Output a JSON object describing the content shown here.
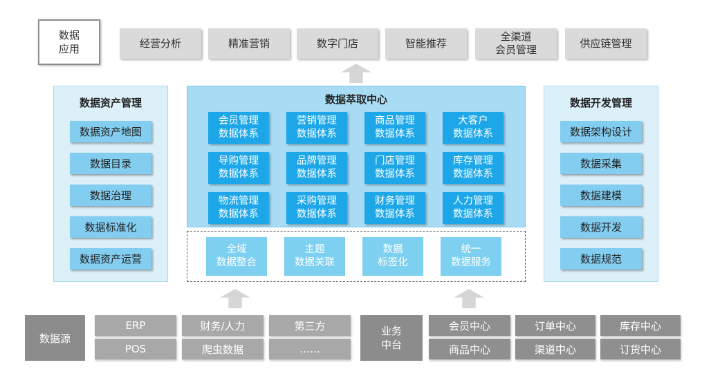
{
  "data_app": {
    "label": "数据\n应用",
    "items": [
      "经营分析",
      "精准营销",
      "数字门店",
      "智能推荐",
      "全渠道\n会员管理",
      "供应链管理"
    ]
  },
  "asset_mgmt": {
    "title": "数据资产管理",
    "items": [
      "数据资产地图",
      "数据目录",
      "数据治理",
      "数据标准化",
      "数据资产运营"
    ]
  },
  "extraction_center": {
    "title": "数据萃取中心",
    "systems": [
      "会员管理\n数据体系",
      "营销管理\n数据体系",
      "商品管理\n数据体系",
      "大客户\n数据体系",
      "导购管理\n数据体系",
      "品牌管理\n数据体系",
      "门店管理\n数据体系",
      "库存管理\n数据体系",
      "物流管理\n数据体系",
      "采购管理\n数据体系",
      "财务管理\n数据体系",
      "人力管理\n数据体系"
    ],
    "integration": [
      "全域\n数据整合",
      "主题\n数据关联",
      "数据\n标签化",
      "统一\n数据服务"
    ]
  },
  "dev_mgmt": {
    "title": "数据开发管理",
    "items": [
      "数据架构设计",
      "数据采集",
      "数据建模",
      "数据开发",
      "数据规范"
    ]
  },
  "data_source": {
    "label": "数据源",
    "items": [
      "ERP",
      "财务/人力",
      "第三方",
      "POS",
      "爬虫数据",
      "……"
    ]
  },
  "business_middle": {
    "label": "业务\n中台",
    "items": [
      "会员中心",
      "订单中心",
      "库存中心",
      "商品中心",
      "渠道中心",
      "订货中心"
    ]
  },
  "colors": {
    "app_item": "#dadada",
    "side_panel": "#dcf0fa",
    "side_item": "#82cdf0",
    "center_panel": "#a8dcf4",
    "system_item": "#1ea7e8",
    "integration_item": "#7ed0f1",
    "source_gray": "#a8a8a8",
    "label_gray": "#8c8c8c"
  }
}
